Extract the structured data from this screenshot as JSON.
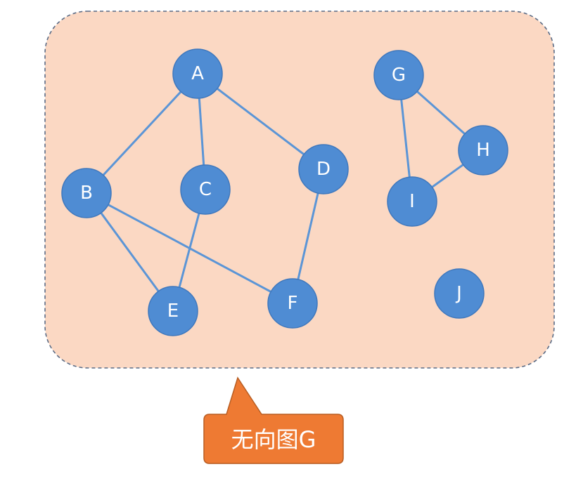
{
  "graph": {
    "nodes": [
      {
        "id": "A",
        "label": "A"
      },
      {
        "id": "B",
        "label": "B"
      },
      {
        "id": "C",
        "label": "C"
      },
      {
        "id": "D",
        "label": "D"
      },
      {
        "id": "E",
        "label": "E"
      },
      {
        "id": "F",
        "label": "F"
      },
      {
        "id": "G",
        "label": "G"
      },
      {
        "id": "H",
        "label": "H"
      },
      {
        "id": "I",
        "label": "I"
      },
      {
        "id": "J",
        "label": "J"
      }
    ],
    "edges": [
      [
        "A",
        "B"
      ],
      [
        "A",
        "C"
      ],
      [
        "A",
        "D"
      ],
      [
        "B",
        "E"
      ],
      [
        "B",
        "F"
      ],
      [
        "C",
        "E"
      ],
      [
        "D",
        "F"
      ],
      [
        "G",
        "H"
      ],
      [
        "G",
        "I"
      ],
      [
        "H",
        "I"
      ]
    ]
  },
  "callout": {
    "label": "无向图G"
  },
  "colors": {
    "region_fill": "#fbd8c3",
    "region_border": "#5a6b85",
    "node_fill": "#4f8cd3",
    "node_stroke": "#3f78bd",
    "edge": "#5b95d6",
    "callout_fill": "#ee7a33",
    "callout_border": "#b85d22"
  }
}
